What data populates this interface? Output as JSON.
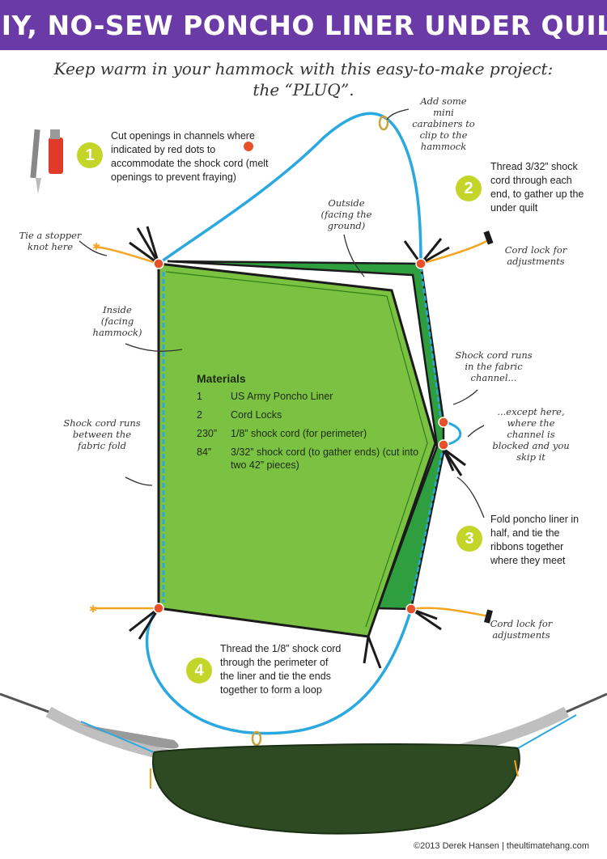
{
  "title": "DIY, NO-SEW PONCHO LINER UNDER QUILT",
  "subtitle_line1": "Keep warm in your hammock with this easy-to-make project:",
  "subtitle_line2": "the “PLUQ”.",
  "steps": [
    {
      "num": "1",
      "text": "Cut openings in channels where indicated by red dots to accommodate the shock cord (melt openings to prevent fraying)"
    },
    {
      "num": "2",
      "text": "Thread 3/32” shock cord through each end, to gather up the under quilt"
    },
    {
      "num": "3",
      "text": "Fold poncho liner in half, and tie the ribbons together where they meet"
    },
    {
      "num": "4",
      "text": "Thread the 1/8” shock cord through the perimeter of the liner and tie the ends together to form a loop"
    }
  ],
  "annotations": {
    "carabiners": "Add some mini carabiners to clip to the hammock",
    "outside": "Outside (facing the ground)",
    "stopper": "Tie a stopper knot here",
    "cordlock_top": "Cord lock for adjustments",
    "inside": "Inside (facing hammock)",
    "channel": "Shock cord runs in the fabric channel...",
    "except": "...except here, where the channel is blocked and you skip it",
    "fold": "Shock cord runs between the fabric fold",
    "cordlock_bottom": "Cord lock for adjustments"
  },
  "materials": {
    "heading": "Materials",
    "items": [
      {
        "qty": "1",
        "desc": "US Army Poncho Liner"
      },
      {
        "qty": "2",
        "desc": "Cord Locks"
      },
      {
        "qty": "230”",
        "desc": "1/8” shock cord (for perimeter)"
      },
      {
        "qty": "84”",
        "desc": "3/32” shock cord (to gather ends) (cut into two 42” pieces)"
      }
    ]
  },
  "credit": "©2013 Derek Hansen | theultimatehang.com",
  "colors": {
    "banner": "#6a3aa6",
    "liner_light": "#7cc242",
    "liner_dark": "#2e9e3e",
    "cord": "#2aa8e0",
    "red_dot": "#e8502a",
    "step_circle": "#c4d52a",
    "ribbon": "#f4a623"
  }
}
